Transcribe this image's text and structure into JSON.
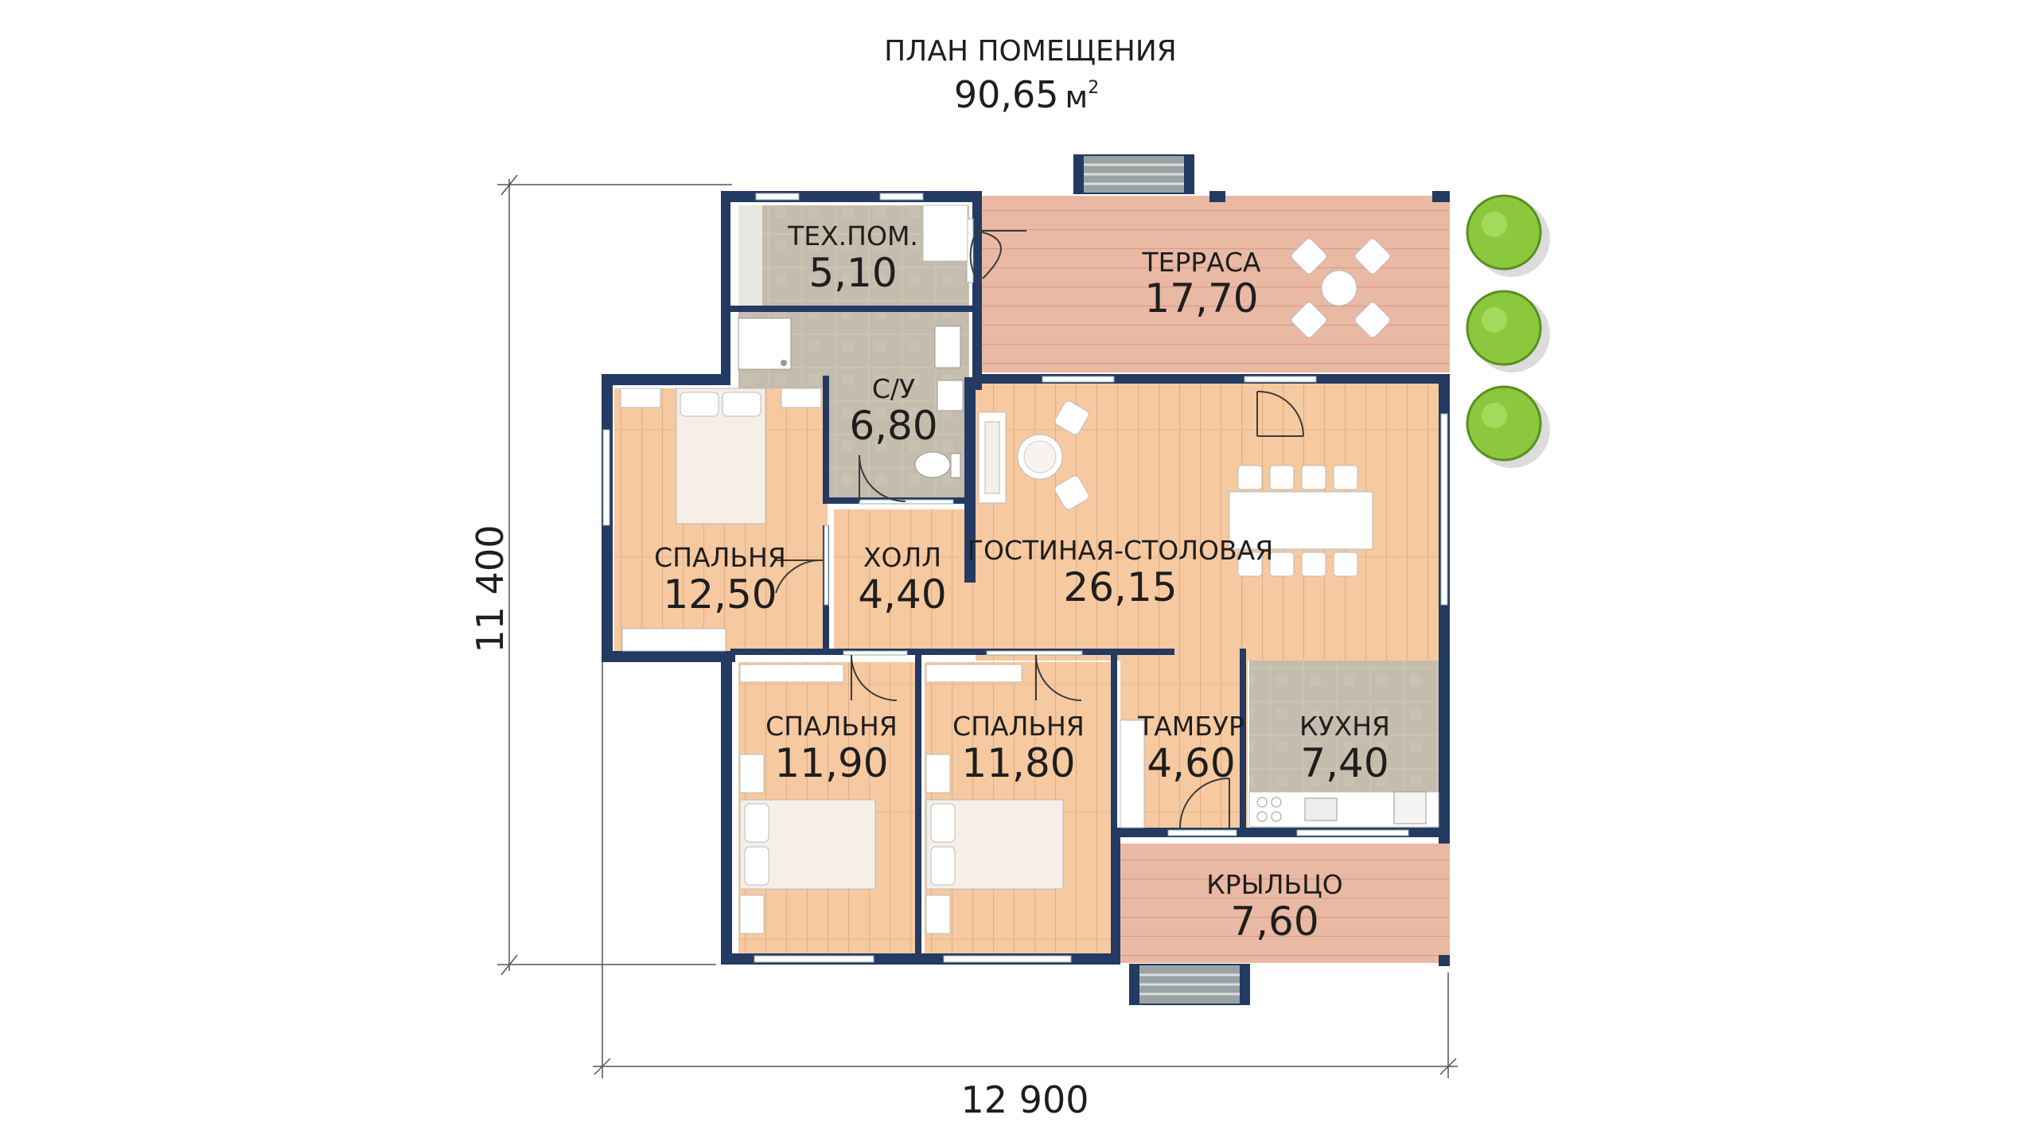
{
  "header": {
    "title": "ПЛАН ПОМЕЩЕНИЯ",
    "area_value": "90,65",
    "area_unit": "м",
    "area_sup": "2"
  },
  "dimensions": {
    "width": "12 900",
    "height": "11 400"
  },
  "rooms": [
    {
      "id": "tech",
      "name": "ТЕХ.ПОМ.",
      "area": "5,10"
    },
    {
      "id": "terrace",
      "name": "ТЕРРАСА",
      "area": "17,70"
    },
    {
      "id": "bathroom",
      "name": "С/У",
      "area": "6,80"
    },
    {
      "id": "bedroom1",
      "name": "СПАЛЬНЯ",
      "area": "12,50"
    },
    {
      "id": "hall",
      "name": "ХОЛЛ",
      "area": "4,40"
    },
    {
      "id": "living",
      "name": "ГОСТИНАЯ-СТОЛОВАЯ",
      "area": "26,15"
    },
    {
      "id": "bedroom2",
      "name": "СПАЛЬНЯ",
      "area": "11,90"
    },
    {
      "id": "bedroom3",
      "name": "СПАЛЬНЯ",
      "area": "11,80"
    },
    {
      "id": "vestibule",
      "name": "ТАМБУР",
      "area": "4,60"
    },
    {
      "id": "kitchen",
      "name": "КУХНЯ",
      "area": "7,40"
    },
    {
      "id": "porch",
      "name": "КРЫЛЬЦО",
      "area": "7,60"
    }
  ],
  "colors": {
    "wall": "#233a63",
    "wood": "#f6c9a0",
    "tile": "#c9c1b2",
    "terrace": "#e8b9a0",
    "tree": "#8bc83e"
  }
}
